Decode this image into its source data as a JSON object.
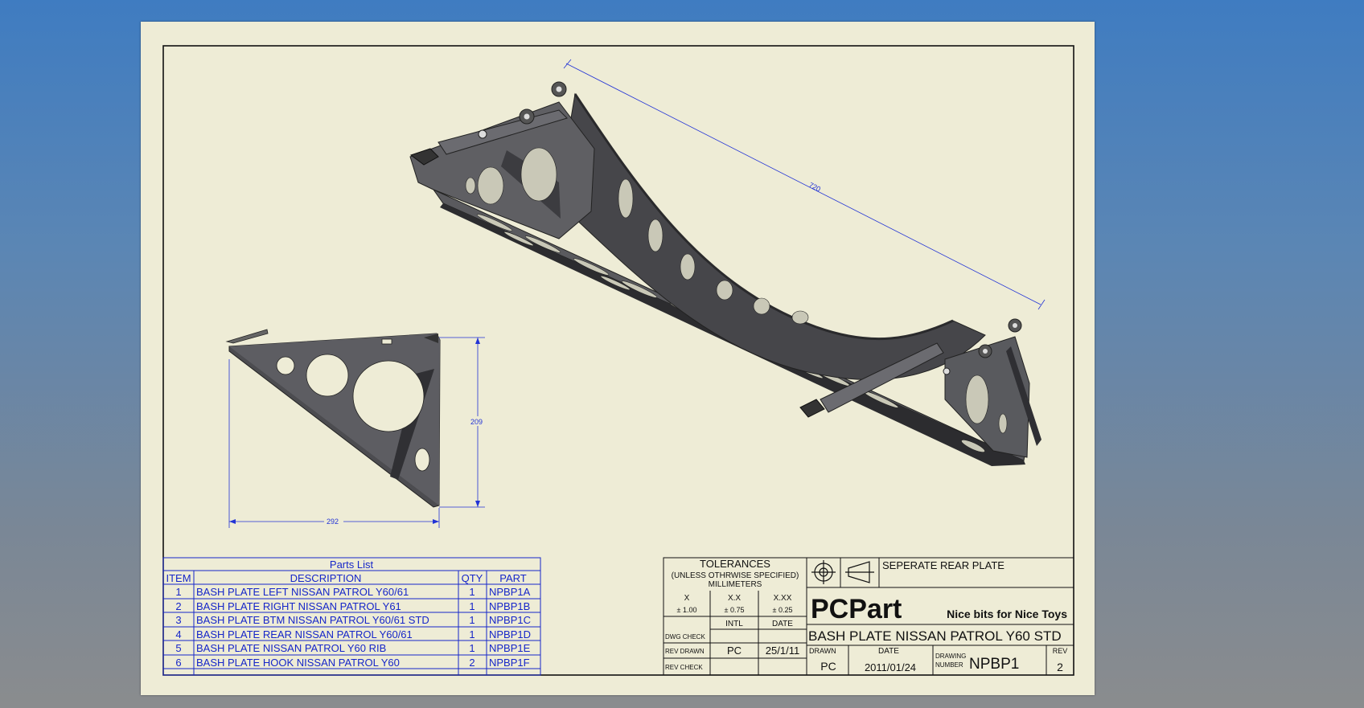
{
  "colors": {
    "sheet": "#eeecd6",
    "line": "#111111",
    "dimension": "#2233d6",
    "parts_text": "#1626c9",
    "part_fill": "#4a4a4d",
    "part_dark": "#2c2c2f",
    "part_light": "#76767a"
  },
  "dimensions": {
    "long_edge": "720",
    "side_height": "209",
    "side_width": "292"
  },
  "parts_list": {
    "title": "Parts List",
    "headers": {
      "item": "ITEM",
      "description": "DESCRIPTION",
      "qty": "QTY",
      "part": "PART"
    },
    "rows": [
      {
        "item": "1",
        "description": "BASH PLATE LEFT NISSAN PATROL Y60/61",
        "qty": "1",
        "part": "NPBP1A"
      },
      {
        "item": "2",
        "description": "BASH PLATE RIGHT NISSAN PATROL Y61",
        "qty": "1",
        "part": "NPBP1B"
      },
      {
        "item": "3",
        "description": "BASH PLATE BTM NISSAN PATROL Y60/61 STD",
        "qty": "1",
        "part": "NPBP1C"
      },
      {
        "item": "4",
        "description": "BASH PLATE REAR NISSAN PATROL Y60/61",
        "qty": "1",
        "part": "NPBP1D"
      },
      {
        "item": "5",
        "description": "BASH PLATE NISSAN PATROL Y60 RIB",
        "qty": "1",
        "part": "NPBP1E"
      },
      {
        "item": "6",
        "description": "BASH PLATE HOOK NISSAN PATROL Y60",
        "qty": "2",
        "part": "NPBP1F"
      }
    ]
  },
  "title_block": {
    "tolerances": "TOLERANCES",
    "unless": "(UNLESS OTHRWISE SPECIFIED)",
    "units": "MILLIMETERS",
    "tol_x_label": "X",
    "tol_x_value": "± 1.00",
    "tol_xx_label": "X.X",
    "tol_xx_value": "± 0.75",
    "tol_xxx_label": "X.XX",
    "tol_xxx_value": "± 0.25",
    "intl": "INTL",
    "date": "DATE",
    "dwg_check": "DWG CHECK",
    "rev_drawn": "REV DRAWN",
    "rev_drawn_intl": "PC",
    "rev_drawn_date": "25/1/11",
    "rev_check": "REV CHECK",
    "note": "SEPERATE REAR PLATE",
    "company": "PCPart",
    "slogan": "Nice bits for Nice Toys",
    "drawing_title": "BASH PLATE NISSAN PATROL Y60 STD",
    "drawn_label": "DRAWN",
    "drawn_value": "PC",
    "date_label": "DATE",
    "date_value": "2011/01/24",
    "drawing_number_label_1": "DRAWING",
    "drawing_number_label_2": "NUMBER",
    "drawing_number": "NPBP1",
    "rev_label": "REV",
    "rev_value": "2"
  }
}
